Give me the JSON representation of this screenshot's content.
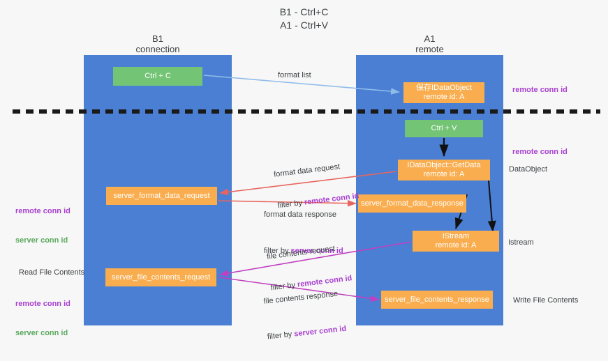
{
  "header": {
    "title_line1": "B1 - Ctrl+C",
    "title_line2": "A1 - Ctrl+V"
  },
  "lanes": [
    {
      "id": "b1",
      "title_line1": "B1",
      "title_line2": "connection",
      "color": "#4a7fd4"
    },
    {
      "id": "a1",
      "title_line1": "A1",
      "title_line2": "remote",
      "color": "#4a7fd4"
    }
  ],
  "colors": {
    "lane_blue": "#4a7fd4",
    "box_green": "#74c476",
    "box_orange": "#f9ad4e",
    "accent_purple": "#a83fd0",
    "accent_green": "#59a95d",
    "arrow_blue": "#8fbce8",
    "arrow_red": "#e8655f",
    "arrow_magenta": "#c13fc1",
    "arrow_black": "#111111",
    "divider_black": "#1a1a1a",
    "text_dark": "#3c4043"
  },
  "boxes": {
    "ctrl_c": "Ctrl + C",
    "ctrl_v": "Ctrl + V",
    "save_idataobject": "保存IDataObject\nremote id: A",
    "getdata": "IDataObject::GetData\nremote id: A",
    "server_format_data_request": "server_format_data_request",
    "server_format_data_response": "server_format_data_response",
    "istream": "IStream\nremote id: A",
    "server_file_contents_request": "server_file_contents_request",
    "server_file_contents_response": "server_file_contents_response"
  },
  "edge_labels": {
    "format_list": "format list",
    "format_data_request": "format data request",
    "format_data_request_filter_prefix": "filter by ",
    "format_data_request_filter_key": "remote conn id",
    "format_data_response": "format data response",
    "format_data_response_filter_prefix": "filter by ",
    "format_data_response_filter_key": "server conn id",
    "file_contents_request": "file contents request",
    "file_contents_request_filter_prefix": "filter by ",
    "file_contents_request_filter_key": "remote conn id",
    "file_contents_response": "file contents response",
    "file_contents_response_filter_prefix": "filter by ",
    "file_contents_response_filter_key": "server conn id"
  },
  "annotations": {
    "right": {
      "remote_conn_id_top": "remote conn id",
      "remote_conn_id_mid": "remote conn id",
      "dataobject": "DataObject",
      "istream": "Istream",
      "write_file_contents": "Write File Contents"
    },
    "left": {
      "remote_conn_id_1": "remote conn id",
      "server_conn_id_1": "server conn id",
      "read_file_contents": "Read File Contents",
      "remote_conn_id_2": "remote conn id",
      "server_conn_id_2": "server conn id"
    }
  }
}
